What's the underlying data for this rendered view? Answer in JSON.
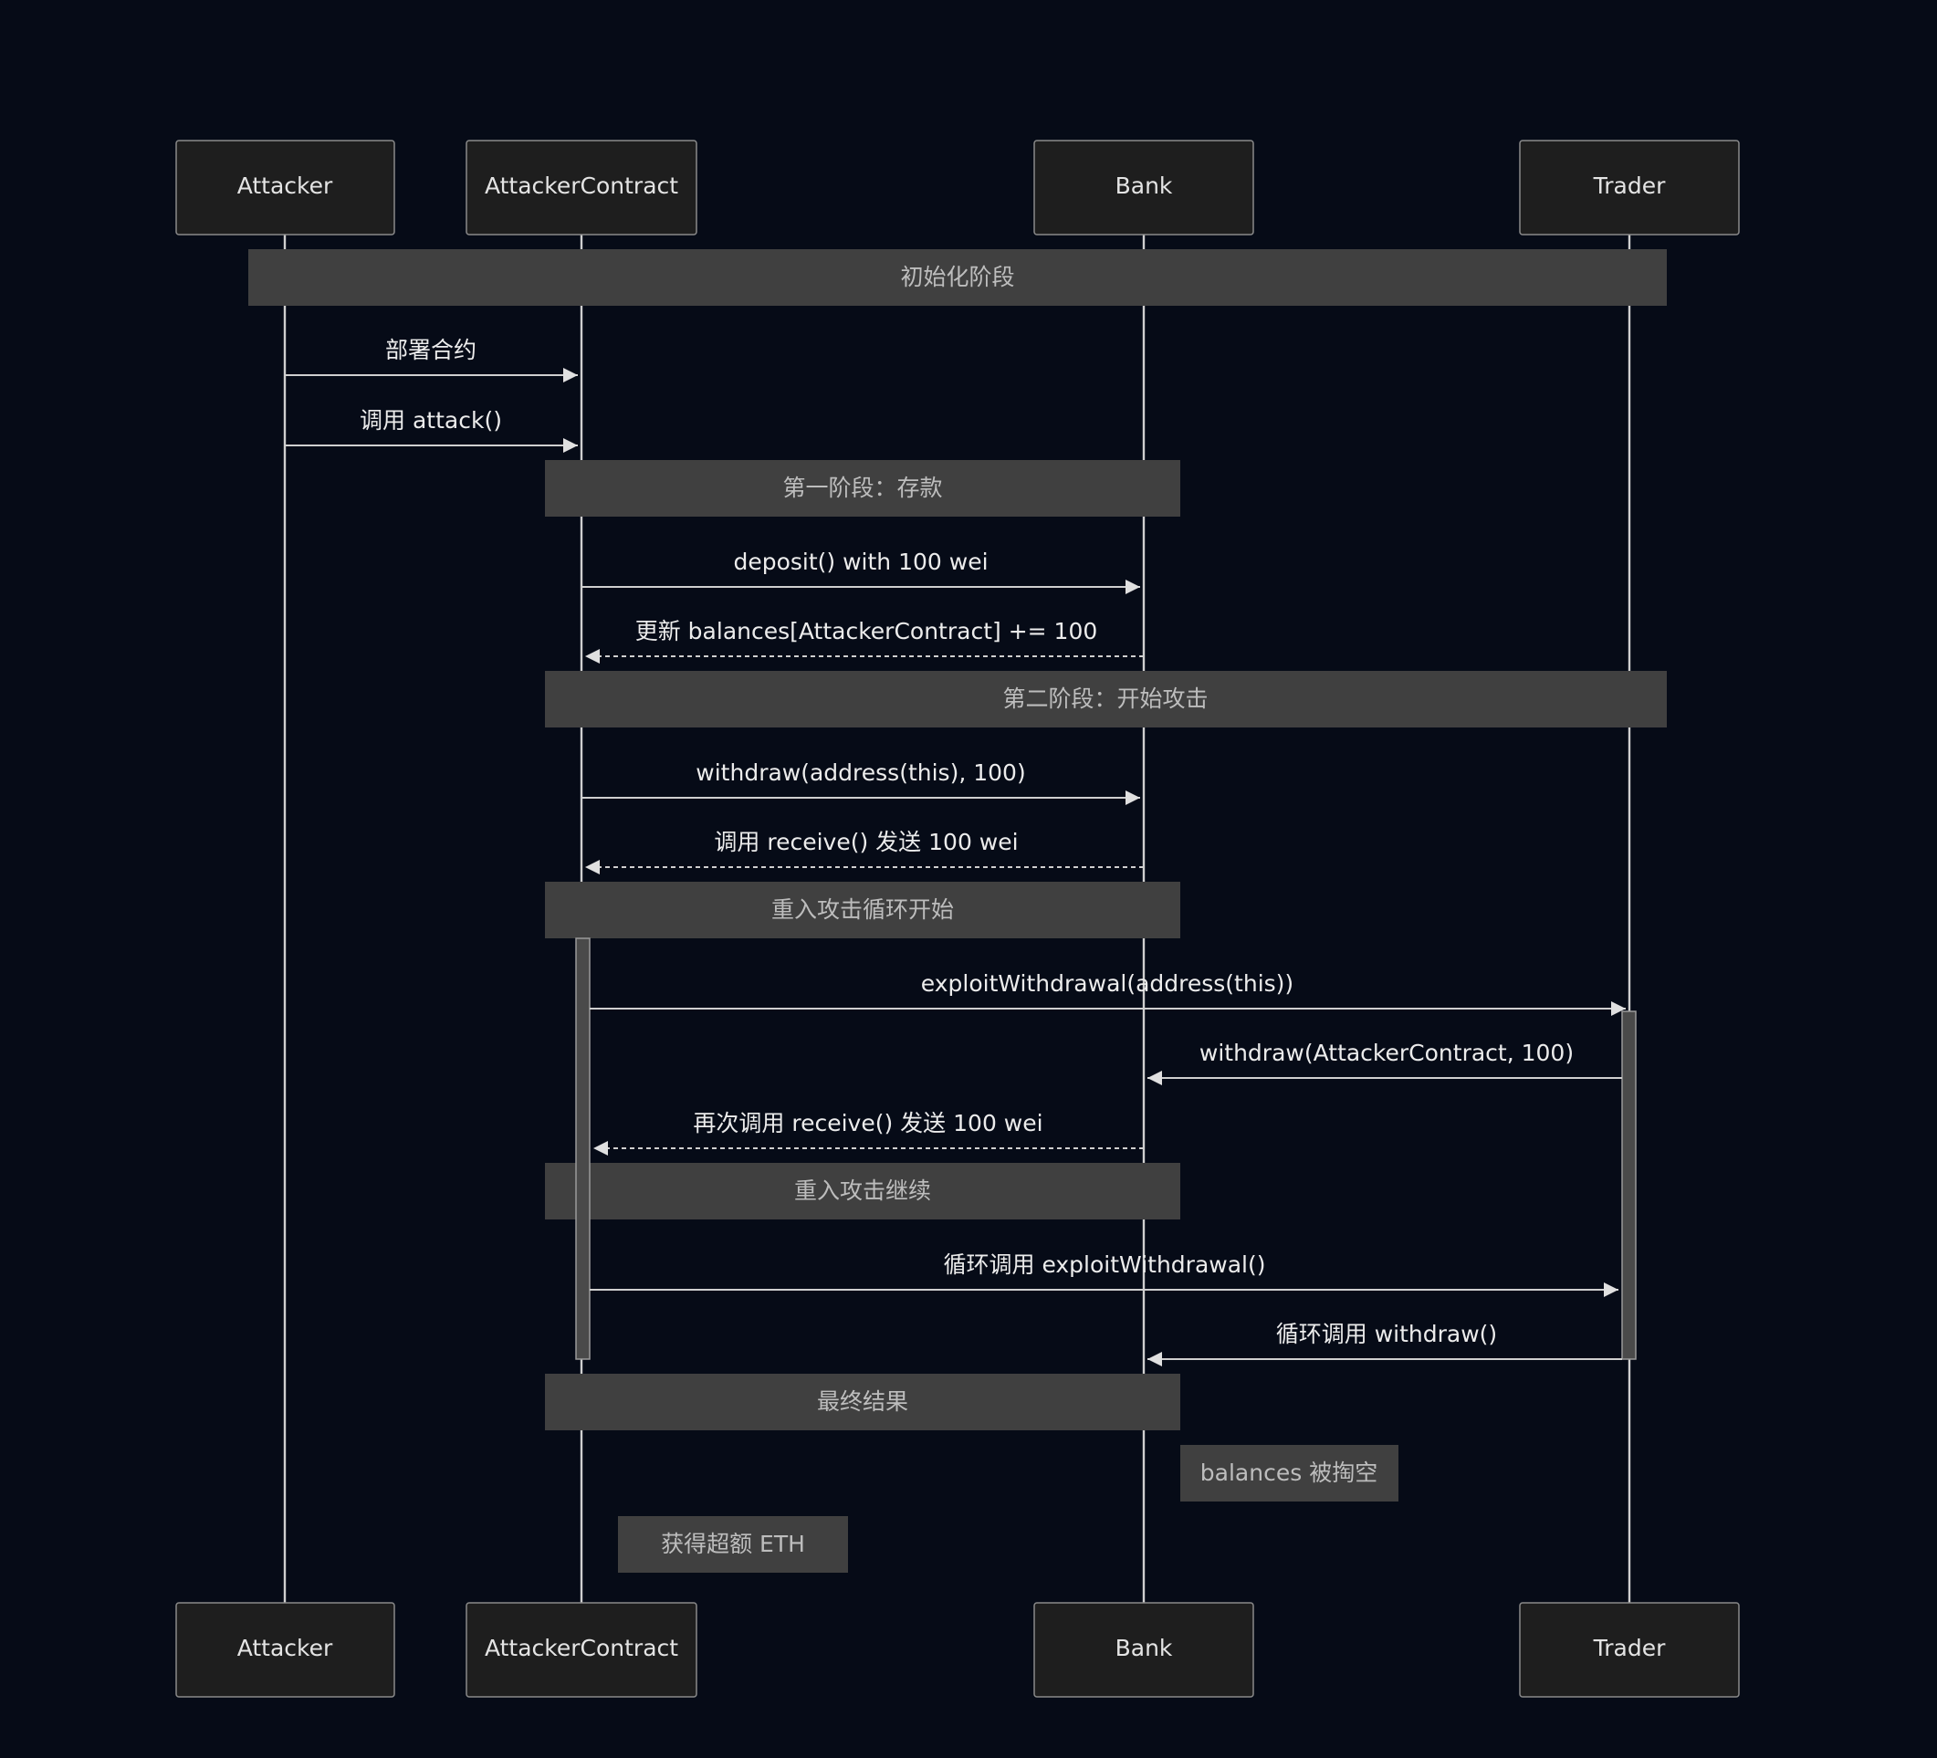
{
  "participants": {
    "attacker": "Attacker",
    "contract": "AttackerContract",
    "bank": "Bank",
    "trader": "Trader"
  },
  "notes": {
    "init_phase": "初始化阶段",
    "phase1": "第一阶段：存款",
    "phase2": "第二阶段：开始攻击",
    "reentry_start": "重入攻击循环开始",
    "reentry_continue": "重入攻击继续",
    "final_result": "最终结果",
    "balances_drained": "balances 被掏空",
    "excess_eth": "获得超额 ETH"
  },
  "messages": {
    "deploy": "部署合约",
    "call_attack": "调用 attack()",
    "deposit": "deposit() with 100 wei",
    "update_balance": "更新 balances[AttackerContract] += 100",
    "withdraw": "withdraw(address(this), 100)",
    "receive_send": "调用 receive() 发送 100 wei",
    "exploit": "exploitWithdrawal(address(this))",
    "withdraw_trader": "withdraw(AttackerContract, 100)",
    "receive_again": "再次调用 receive() 发送 100 wei",
    "loop_exploit": "循环调用 exploitWithdrawal()",
    "loop_withdraw": "循环调用 withdraw()"
  }
}
